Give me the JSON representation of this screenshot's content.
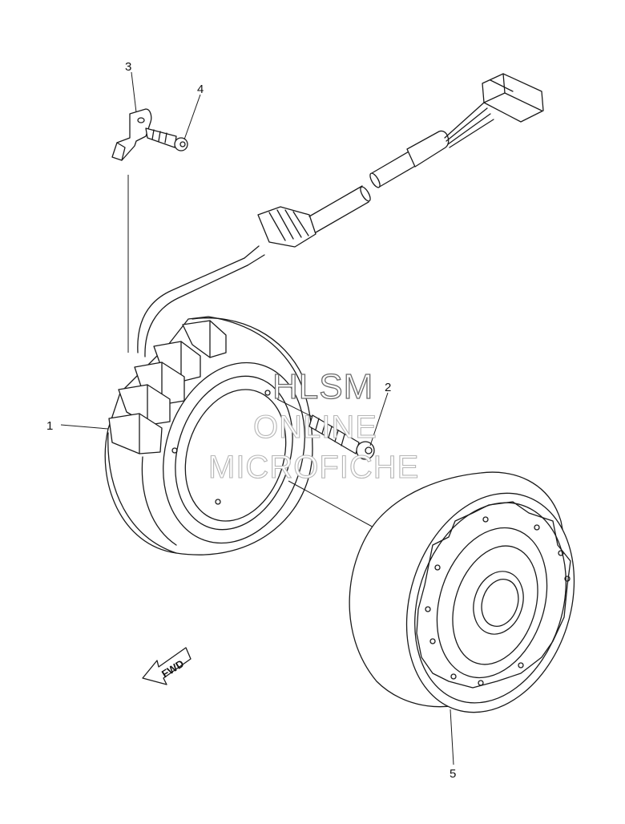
{
  "callouts": {
    "c1": "1",
    "c2": "2",
    "c3": "3",
    "c4": "4",
    "c5": "5"
  },
  "watermark": {
    "line1": "HLSM",
    "line2": "ONLINE",
    "line3": "MICROFICHE"
  },
  "direction_arrow": {
    "label": "FWD"
  },
  "colors": {
    "line": "#1a1a1a",
    "background": "#ffffff",
    "watermark_outline": "#6a6a6a"
  }
}
